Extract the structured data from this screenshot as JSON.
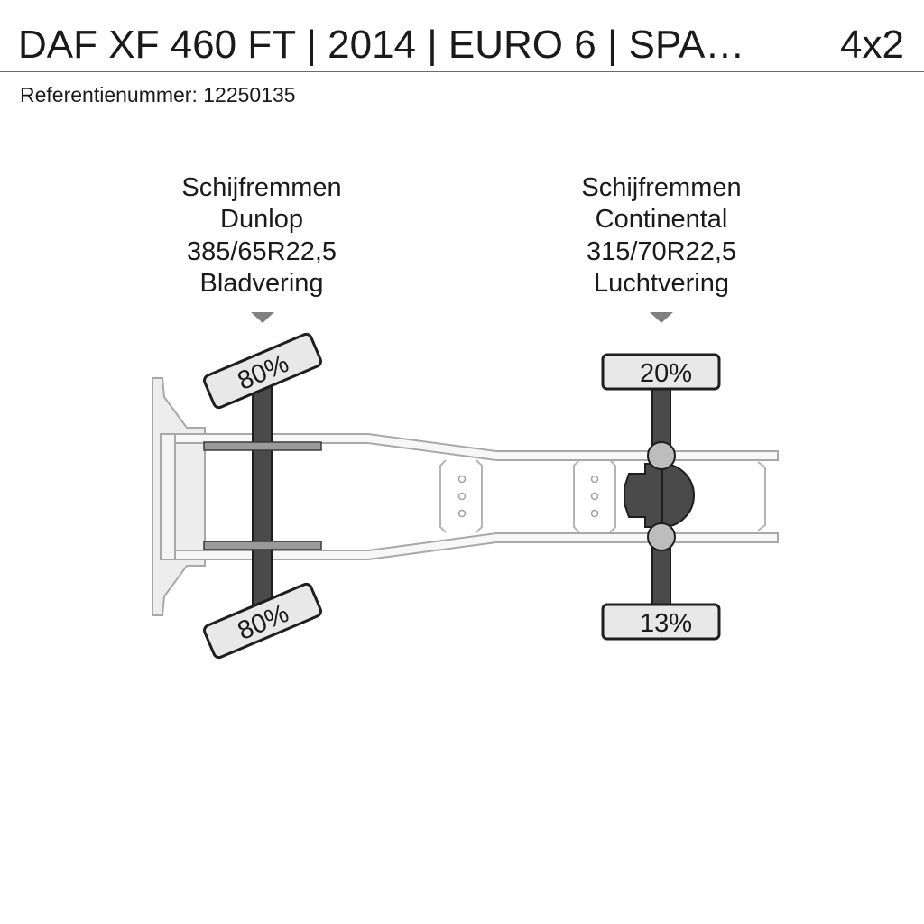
{
  "header": {
    "title": "DAF XF 460 FT | 2014 | EURO 6 | SPA…",
    "configuration": "4x2"
  },
  "reference": {
    "label": "Referentienummer:",
    "value": "12250135"
  },
  "axles": [
    {
      "brakes": "Schijfremmen",
      "tire_brand": "Dunlop",
      "tire_size": "385/65R22,5",
      "suspension": "Bladvering",
      "wear_top": "80%",
      "wear_bottom": "80%"
    },
    {
      "brakes": "Schijfremmen",
      "tire_brand": "Continental",
      "tire_size": "315/70R22,5",
      "suspension": "Luchtvering",
      "wear_top": "20%",
      "wear_bottom": "13%"
    }
  ]
}
